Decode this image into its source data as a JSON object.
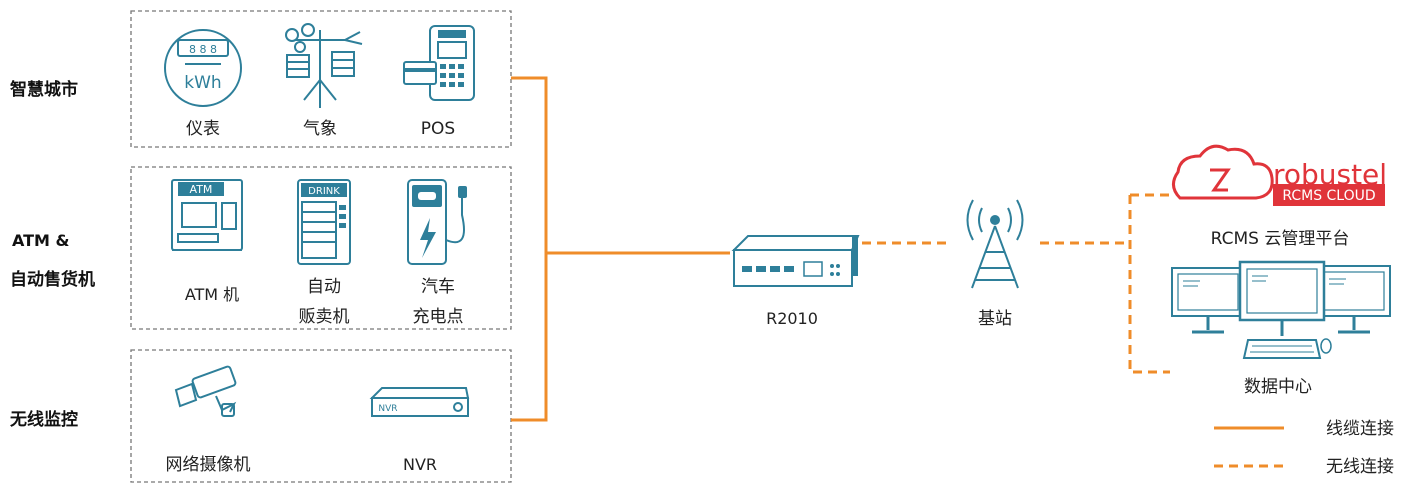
{
  "groups": {
    "smart_city": "智慧城市",
    "atm_line1": "ATM &",
    "atm_line2": "自动售货机",
    "wireless_monitor": "无线监控"
  },
  "devices": {
    "meter": "仪表",
    "meter_digits": "8 8 8",
    "meter_unit": "kWh",
    "weather": "气象",
    "pos": "POS",
    "atm": "ATM 机",
    "atm_screen": "ATM",
    "vending_line1": "自动",
    "vending_line2": "贩卖机",
    "vending_sign": "DRINK",
    "charger_line1": "汽车",
    "charger_line2": "充电点",
    "camera": "网络摄像机",
    "nvr": "NVR",
    "nvr_badge": "NVR"
  },
  "router": {
    "label": "R2010"
  },
  "base_station": {
    "label": "基站"
  },
  "cloud": {
    "brand": "robustel",
    "badge": "RCMS CLOUD",
    "platform": "RCMS 云管理平台",
    "datacenter": "数据中心"
  },
  "legend": {
    "wired": "线缆连接",
    "wireless": "无线连接"
  },
  "colors": {
    "accent": "#ef8c2a",
    "icon": "#2e7f9a",
    "brand_red": "#e0343a"
  }
}
